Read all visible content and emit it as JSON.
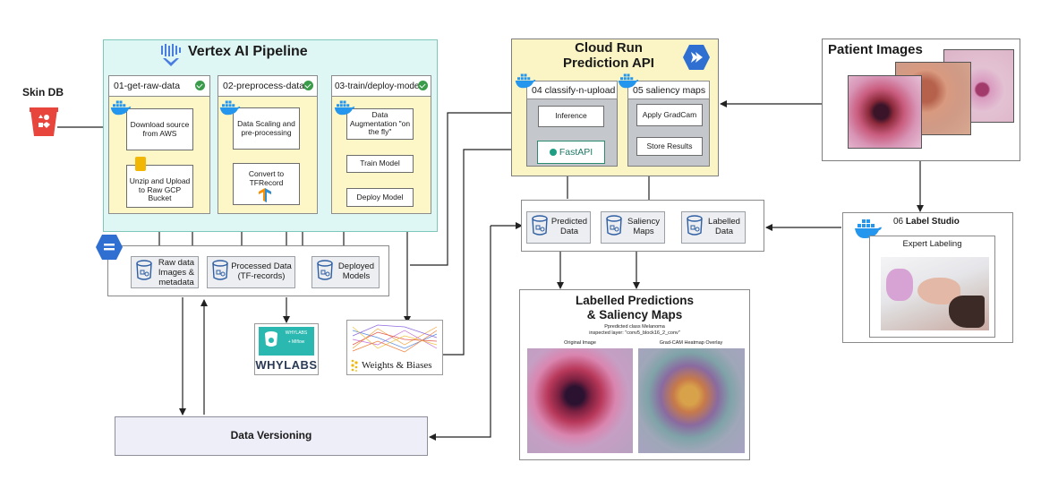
{
  "skin_db": {
    "label": "Skin DB"
  },
  "vertex": {
    "title": "Vertex AI Pipeline",
    "stages": [
      {
        "header": "01-get-raw-data",
        "steps": [
          "Download source from AWS",
          "Unzip and Upload to Raw GCP Bucket"
        ]
      },
      {
        "header": "02-preprocess-data",
        "steps": [
          "Data Scaling and pre-processing",
          "Convert to TFRecord"
        ]
      },
      {
        "header": "03-train/deploy-model",
        "steps": [
          "Data Augmentation \"on the fly\"",
          "Train Model",
          "Deploy Model"
        ]
      }
    ]
  },
  "storage": {
    "items": [
      "Raw data Images & metadata",
      "Processed Data (TF-records)",
      "Deployed Models"
    ]
  },
  "cloud_run": {
    "title_line1": "Cloud Run",
    "title_line2": "Prediction API",
    "services": [
      {
        "header": "04 classify-n-upload",
        "steps": [
          "Inference",
          "FastAPI"
        ]
      },
      {
        "header": "05 saliency maps",
        "steps": [
          "Apply GradCam",
          "Store Results"
        ]
      }
    ]
  },
  "results_buckets": {
    "items": [
      "Predicted Data",
      "Saliency Maps",
      "Labelled Data"
    ]
  },
  "patient_images": {
    "title": "Patient Images"
  },
  "label_studio": {
    "number": "06",
    "title": "Label Studio",
    "inner_label": "Expert Labeling"
  },
  "labelled_predictions": {
    "title_line1": "Labelled Predictions",
    "title_line2": "& Saliency Maps",
    "caption_line1": "Ppredicted class Melanoma",
    "caption_line2": "inspected layer: \"conv5_block16_2_conv\"",
    "left_label": "Original Image",
    "right_label": "Grad-CAM Heatmap Overlay"
  },
  "whylabs": {
    "label": "WHYLABS",
    "small1": "WHYLABS",
    "small2": "+ Mlflow"
  },
  "wandb": {
    "label": "Weights & Biases"
  },
  "data_versioning": {
    "label": "Data Versioning"
  },
  "colors": {
    "vertex_bg": "#dff7f4",
    "stage_bg": "#fdf6c6",
    "cloudrun_bg": "#fbf4c4",
    "bucket_blue": "#2f5fa3",
    "skin_red": "#e8453c",
    "whylabs_teal": "#2bb8b0"
  }
}
